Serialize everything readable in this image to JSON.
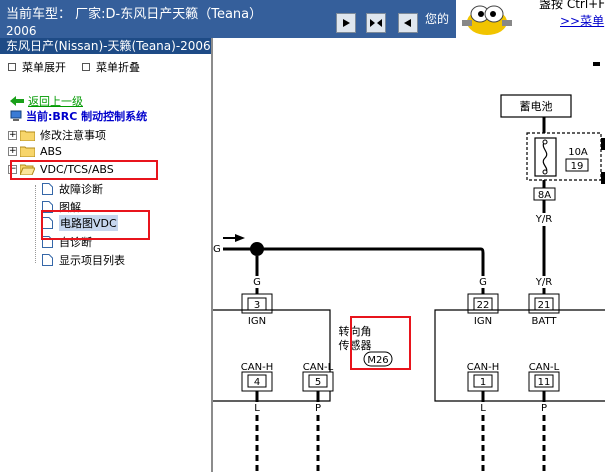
{
  "topbar": {
    "vehicle_label": "当前车型：",
    "vehicle_value": "厂家:D-东风日产天籁（Teana）",
    "vehicle_year": "2006",
    "hint": "您的",
    "promo_hotkey": "盏按 Ctrl+F",
    "promo_link": ">>菜单",
    "colors": {
      "bar": "#355f9b"
    }
  },
  "sidebar": {
    "header": "东风日产(Nissan)-天籁(Teana)-2006",
    "expand_menu": "菜单展开",
    "collapse_menu": "菜单折叠",
    "back": "返回上一级",
    "current": "当前:BRC 制动控制系统",
    "tree": [
      {
        "label": "修改注意事项",
        "type": "folder"
      },
      {
        "label": "ABS",
        "type": "folder"
      },
      {
        "label": "VDC/TCS/ABS",
        "type": "folder-open"
      }
    ],
    "children": [
      {
        "label": "故障诊断"
      },
      {
        "label": "图解"
      },
      {
        "label": "电路图VDC",
        "selected": true
      },
      {
        "label": "自诊断"
      },
      {
        "label": "显示项目列表"
      }
    ],
    "highlight_color": "#e8141c"
  },
  "diagram": {
    "battery": "蓄电池",
    "fuse_rating": "10A",
    "fuse_number": "19",
    "fuse_connector": "8A",
    "wire_yr_top": "Y/R",
    "wire_yr_bottom": "Y/R",
    "wire_g_left": "G",
    "wire_g_mid": "G",
    "wire_g_right": "G",
    "pin_3": "3",
    "pin_22": "22",
    "pin_21": "21",
    "pin_4": "4",
    "pin_5": "5",
    "pin_1": "1",
    "pin_11": "11",
    "ign_left": "IGN",
    "ign_right": "IGN",
    "batt": "BATT",
    "can_h_left": "CAN-H",
    "can_l_left": "CAN-L",
    "can_h_right": "CAN-H",
    "can_l_right": "CAN-L",
    "sensor_line1": "转向角",
    "sensor_line2": "传感器",
    "sensor_code": "M26",
    "wire_l1": "L",
    "wire_p1": "P",
    "wire_l2": "L",
    "wire_p2": "P"
  }
}
